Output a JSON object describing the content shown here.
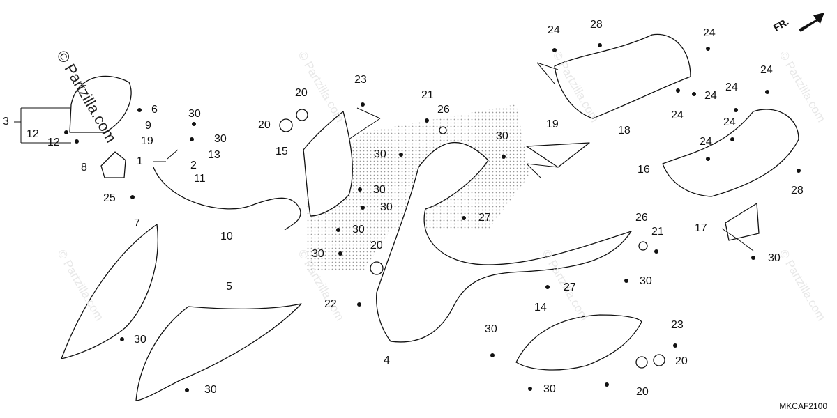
{
  "diagram": {
    "code": "MKCAF2100",
    "front_marker": "FR.",
    "watermark": "© Partzilla.com",
    "callouts": [
      "24",
      "28",
      "24",
      "24",
      "24",
      "24",
      "24",
      "24",
      "24",
      "18",
      "16",
      "28",
      "23",
      "20",
      "20",
      "15",
      "21",
      "26",
      "30",
      "30",
      "19",
      "30",
      "30",
      "30",
      "30",
      "17",
      "26",
      "21",
      "30",
      "20",
      "27",
      "27",
      "22",
      "4",
      "14",
      "30",
      "23",
      "20",
      "30",
      "30",
      "20",
      "3",
      "12",
      "12",
      "6",
      "9",
      "19",
      "30",
      "30",
      "13",
      "2",
      "11",
      "8",
      "1",
      "25",
      "10",
      "7",
      "5",
      "30",
      "30"
    ]
  }
}
